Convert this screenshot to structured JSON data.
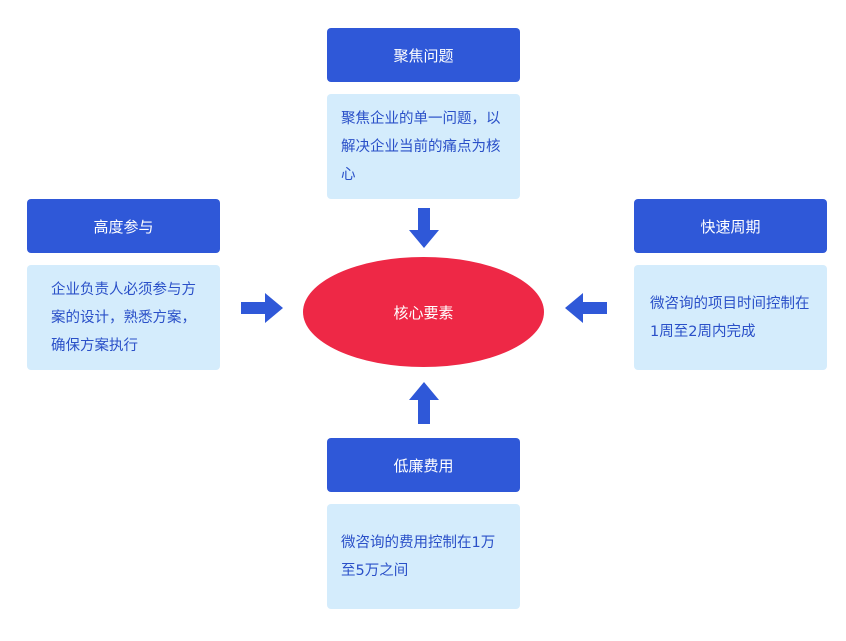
{
  "center": {
    "label": "核心要素"
  },
  "top": {
    "title": "聚焦问题",
    "description": "聚焦企业的单一问题，以解决企业当前的痛点为核心"
  },
  "left": {
    "title": "高度参与",
    "description": "企业负责人必须参与方案的设计，熟悉方案，确保方案执行"
  },
  "right": {
    "title": "快速周期",
    "description": "微咨询的项目时间控制在1周至2周内完成"
  },
  "bottom": {
    "title": "低廉费用",
    "description": "微咨询的费用控制在1万至5万之间"
  },
  "colors": {
    "header_bg": "#2f58d8",
    "description_bg": "#d4ecfc",
    "description_text": "#2a50c8",
    "center_fill": "#ee2846",
    "arrow": "#2f58d8"
  }
}
